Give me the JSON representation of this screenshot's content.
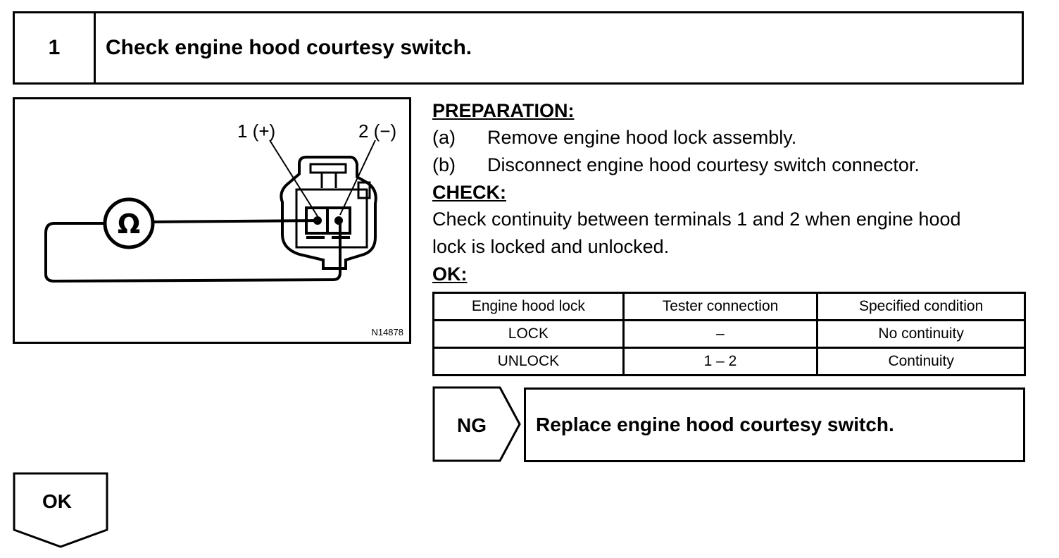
{
  "step": {
    "number": "1",
    "title": "Check engine hood courtesy switch."
  },
  "diagram": {
    "terminal_plus": "1 (+)",
    "terminal_minus": "2 (−)",
    "meter_symbol": "Ω",
    "figure_code": "N14878"
  },
  "preparation": {
    "heading": "PREPARATION:",
    "items": [
      {
        "letter": "(a)",
        "text": "Remove engine hood lock assembly."
      },
      {
        "letter": "(b)",
        "text": "Disconnect engine hood courtesy switch connector."
      }
    ]
  },
  "check": {
    "heading": "CHECK:",
    "text_line1": "Check continuity between terminals 1 and 2 when engine hood",
    "text_line2": "lock is locked and unlocked."
  },
  "ok": {
    "heading": "OK:"
  },
  "spec_table": {
    "headers": [
      "Engine hood lock",
      "Tester connection",
      "Specified condition"
    ],
    "rows": [
      [
        "LOCK",
        "–",
        "No continuity"
      ],
      [
        "UNLOCK",
        "1 – 2",
        "Continuity"
      ]
    ]
  },
  "ng_result": {
    "label": "NG",
    "action": "Replace engine hood courtesy switch."
  },
  "ok_result": {
    "label": "OK"
  }
}
